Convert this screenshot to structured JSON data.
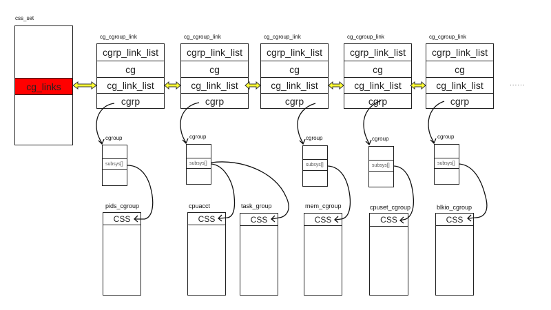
{
  "css_set": {
    "title": "css_set",
    "field": "cg_links",
    "highlight_color": "#ff0000"
  },
  "links": [
    {
      "title": "cg_cgroup_link",
      "fields": [
        "cgrp_link_list",
        "cg",
        "cg_link_list",
        "cgrp"
      ]
    },
    {
      "title": "cg_cgroup_link",
      "fields": [
        "cgrp_link_list",
        "cg",
        "cg_link_list",
        "cgrp"
      ]
    },
    {
      "title": "cg_cgroup_link",
      "fields": [
        "cgrp_link_list",
        "cg",
        "cg_link_list",
        "cgrp"
      ]
    },
    {
      "title": "cg_cgroup_link",
      "fields": [
        "cgrp_link_list",
        "cg",
        "cg_link_list",
        "cgrp"
      ]
    },
    {
      "title": "cg_cgroup_link",
      "fields": [
        "cgrp_link_list",
        "cg",
        "cg_link_list",
        "cgrp"
      ]
    }
  ],
  "ellipsis": "......",
  "cgroups": [
    {
      "title": "cgroup",
      "field": "subsys[]"
    },
    {
      "title": "cgroup",
      "field": "subsys[]"
    },
    {
      "title": "cgroup",
      "field": "subsys[]"
    },
    {
      "title": "cgroup",
      "field": "subsys[]"
    },
    {
      "title": "cgroup",
      "field": "subsys[]"
    }
  ],
  "subsystems": [
    {
      "title": "pids_cgroup",
      "field": "CSS"
    },
    {
      "title": "cpuacct",
      "field": "CSS"
    },
    {
      "title": "task_group",
      "field": "CSS"
    },
    {
      "title": "mem_cgroup",
      "field": "CSS"
    },
    {
      "title": "cpuset_cgroup",
      "field": "CSS"
    },
    {
      "title": "blkio_cgroup",
      "field": "CSS"
    }
  ],
  "colors": {
    "bidir_arrow_fill": "#ffff33"
  }
}
